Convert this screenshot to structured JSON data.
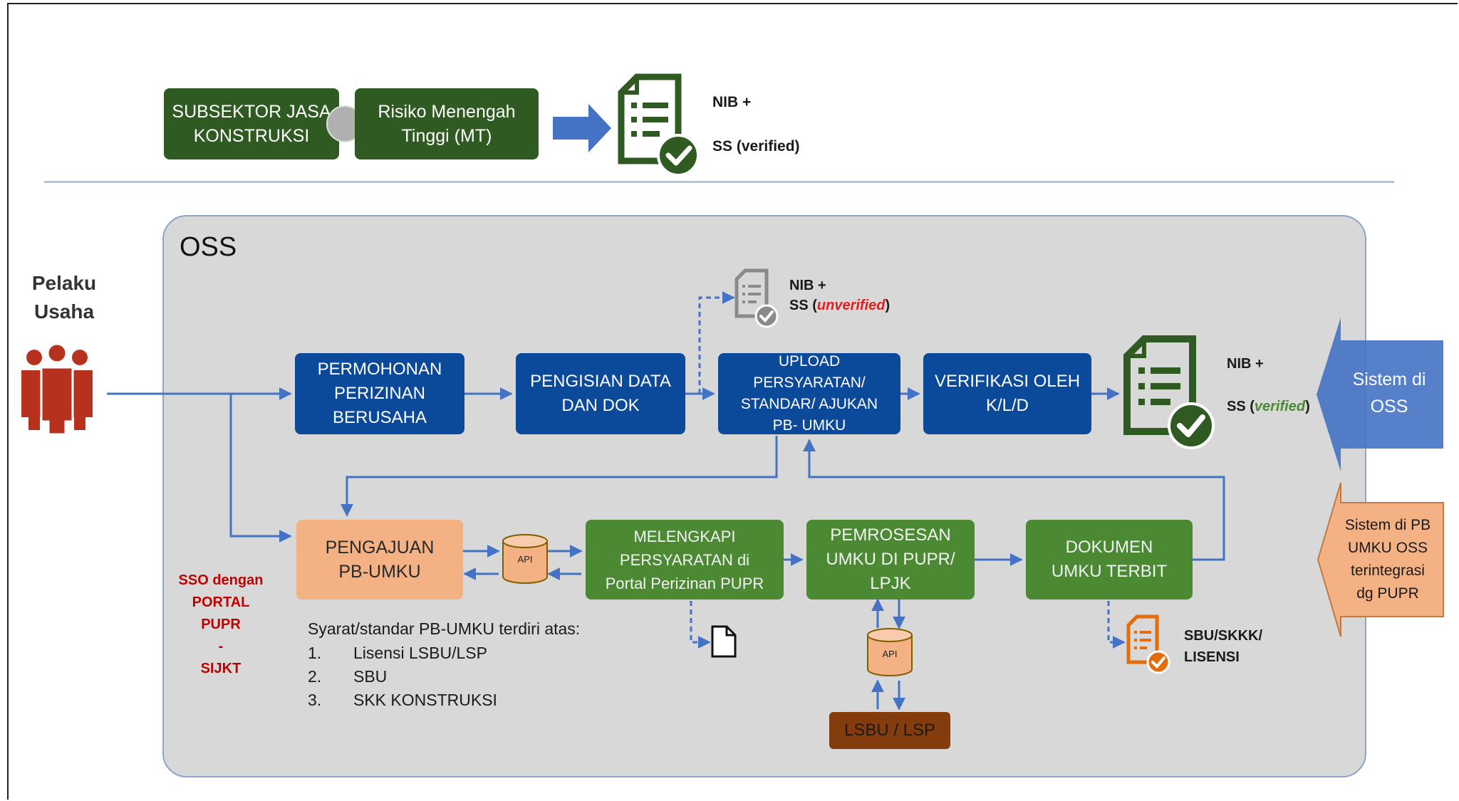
{
  "top": {
    "subsektor": "SUBSEKTOR JASA\nKONSTRUKSI",
    "risiko": "Risiko Menengah\nTinggi (MT)",
    "nib": "NIB +",
    "ss": "SS (verified)"
  },
  "oss_label": "OSS",
  "pelaku": "Pelaku\nUsaha",
  "flow": {
    "permohonan": "PERMOHONAN\nPERIZINAN\nBERUSAHA",
    "pengisian": "PENGISIAN DATA\nDAN DOK",
    "upload": "UPLOAD\nPERSYARATAN/\nSTANDAR/ AJUKAN\nPB- UMKU",
    "verifikasi": "VERIFIKASI OLEH\nK/L/D",
    "pengajuan": "PENGAJUAN\nPB-UMKU",
    "melengkapi": "MELENGKAPI\nPERSYARATAN di\nPortal Perizinan PUPR",
    "pemrosesan": "PEMROSESAN\nUMKU DI PUPR/\nLPJK",
    "dokumen": "DOKUMEN\nUMKU TERBIT",
    "lsbu": "LSBU / LSP",
    "api": "API"
  },
  "unverified": {
    "nib": "NIB +",
    "ss_prefix": "SS (",
    "ss_word": "unverified",
    "ss_suffix": ")"
  },
  "verified": {
    "nib": "NIB +",
    "ss_prefix": "SS (",
    "ss_word": "verified",
    "ss_suffix": ")"
  },
  "sistem_oss": "Sistem di\nOSS",
  "sistem_pb": "Sistem di PB\nUMKU OSS\nterintegrasi\ndg PUPR",
  "sso": "SSO dengan\nPORTAL\nPUPR\n-\nSIJKT",
  "syarat": {
    "title": "Syarat/standar PB-UMKU terdiri atas:",
    "items": [
      {
        "num": "1.",
        "text": "Lisensi LSBU/LSP"
      },
      {
        "num": "2.",
        "text": "SBU"
      },
      {
        "num": "3.",
        "text": "SKK KONSTRUKSI"
      }
    ]
  },
  "sbu": "SBU/SKKK/\nLISENSI",
  "colors": {
    "blue_box": "#0b4a9a",
    "green_box": "#4b8a33",
    "dark_green": "#2f5a21",
    "orange_box": "#f4b183",
    "brown_box": "#843c0c",
    "arrow_blue": "#4472c4",
    "red_text": "#c00000",
    "people_red": "#b7311f"
  }
}
